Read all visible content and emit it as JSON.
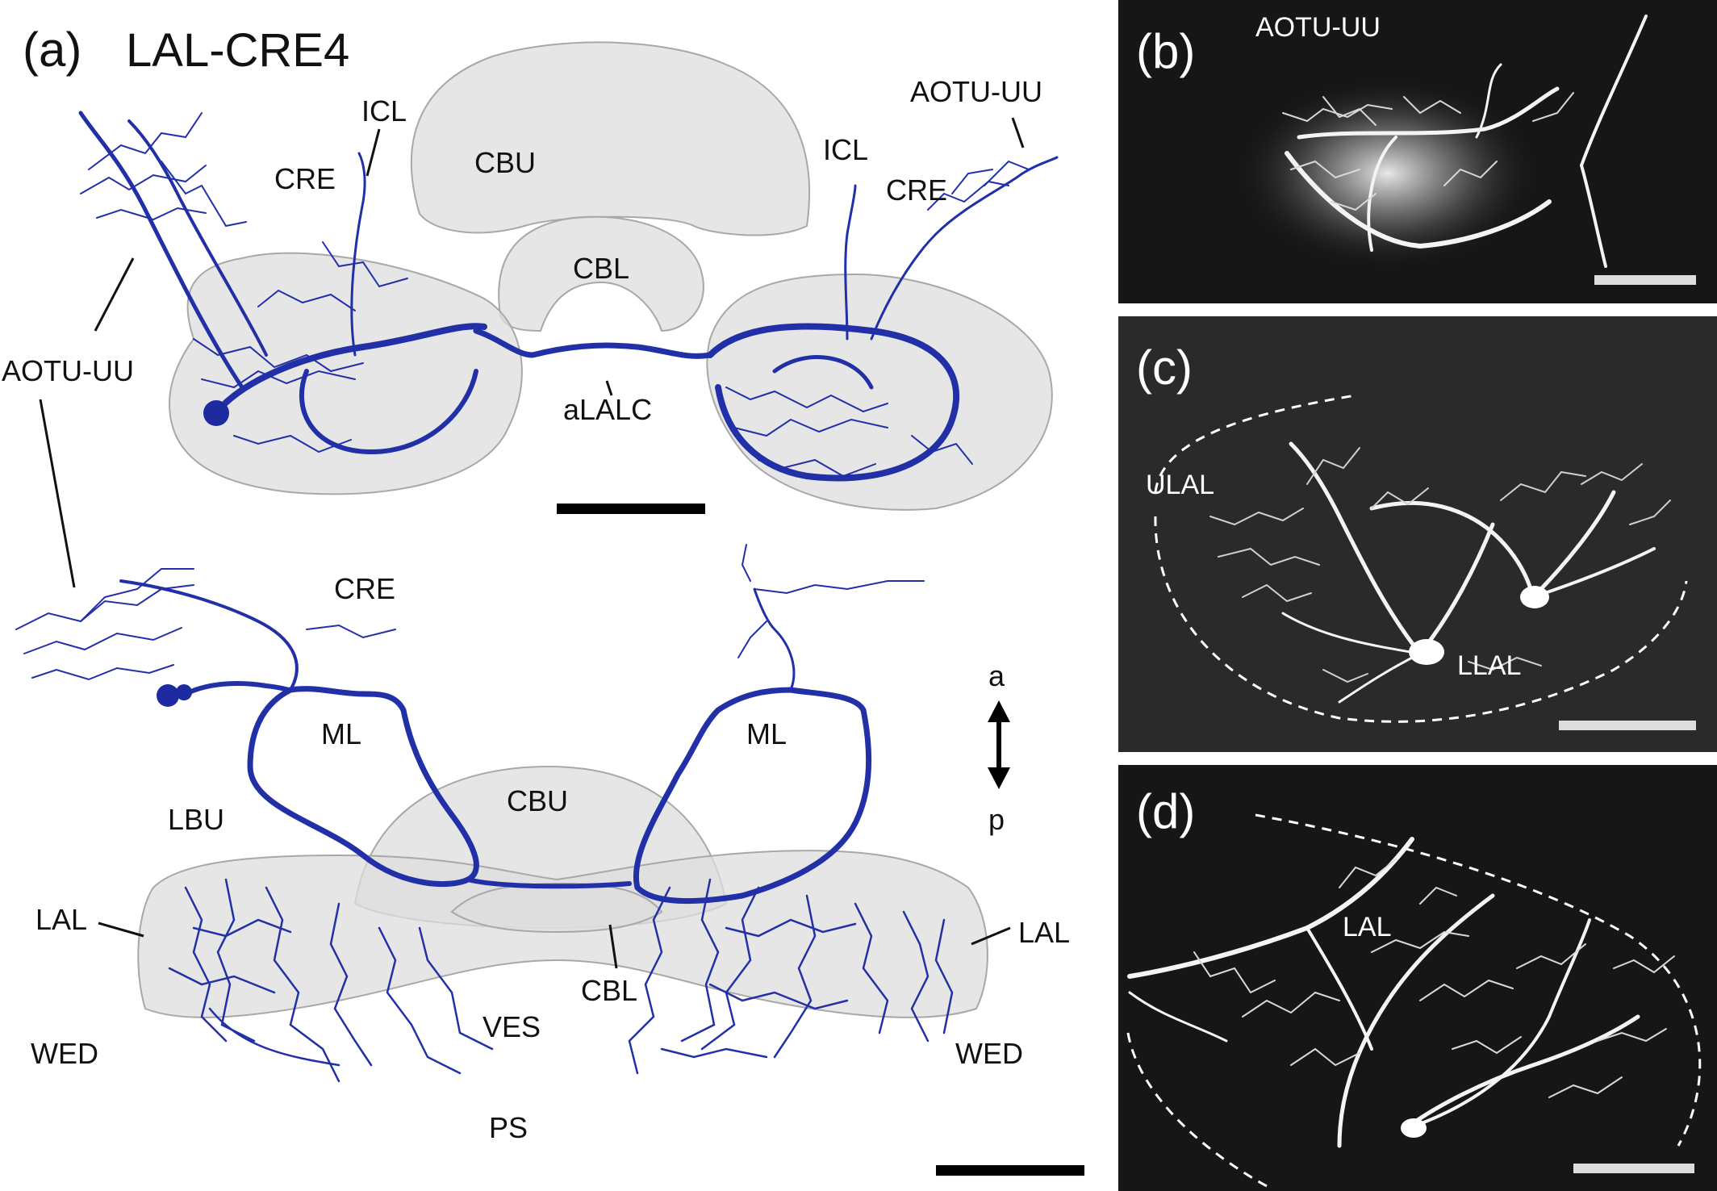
{
  "panel_a": {
    "letter": "(a)",
    "title": "LAL-CRE4",
    "top_view": {
      "labels": {
        "icl_left": "ICL",
        "cre_left": "CRE",
        "cbu": "CBU",
        "cbl": "CBL",
        "icl_right": "ICL",
        "cre_right": "CRE",
        "aotu_uu_right": "AOTU-UU",
        "aotu_uu_left": "AOTU-UU",
        "alalc": "aLALC"
      }
    },
    "bottom_view": {
      "labels": {
        "cre": "CRE",
        "ml_left": "ML",
        "ml_right": "ML",
        "cbu": "CBU",
        "lbu": "LBU",
        "lal_left": "LAL",
        "lal_right": "LAL",
        "cbl": "CBL",
        "ves": "VES",
        "wed_left": "WED",
        "wed_right": "WED",
        "ps": "PS"
      },
      "axis": {
        "anterior": "a",
        "posterior": "p"
      }
    }
  },
  "panel_b": {
    "letter": "(b)",
    "label": "AOTU-UU"
  },
  "panel_c": {
    "letter": "(c)",
    "label_upper": "ULAL",
    "label_lower": "LLAL"
  },
  "panel_d": {
    "letter": "(d)",
    "label": "LAL"
  },
  "colors": {
    "neuron": "#2230a8",
    "neuropil": "#dcdcdc",
    "micro_bg": "#161616",
    "micro_signal": "#ffffff"
  }
}
